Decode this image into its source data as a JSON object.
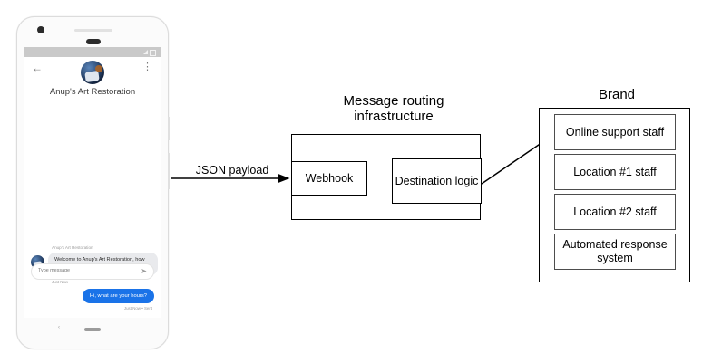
{
  "phone": {
    "status_bar": {
      "signal_icon": "signal-icon",
      "battery_icon": "battery-icon"
    },
    "app_bar": {
      "back_icon": "←",
      "overflow_icon": "⋮",
      "avatar": "brand-avatar",
      "title": "Anup's Art Restoration"
    },
    "conversation": {
      "agent_name": "Anup's Art Restoration",
      "agent_message": "Welcome to Anup's Art Restoration, how can I help you?",
      "agent_message_time": "Just Now",
      "user_message": "Hi, what are your hours?",
      "user_message_status": "Just Now • Sent"
    },
    "composer": {
      "placeholder": "Type message",
      "send_icon": "➤"
    },
    "nav_bar": {
      "back_icon": "‹",
      "home_pill": "home-pill"
    }
  },
  "diagram": {
    "json_payload_label": "JSON payload",
    "infrastructure": {
      "title": "Message routing infrastructure",
      "webhook_label": "Webhook",
      "destination_logic_label": "Destination logic"
    },
    "brand": {
      "title": "Brand",
      "items": [
        {
          "label": "Online support staff"
        },
        {
          "label": "Location #1 staff"
        },
        {
          "label": "Location #2 staff"
        },
        {
          "label": "Automated response system"
        }
      ]
    },
    "colors": {
      "stroke": "#000000",
      "inner_stroke": "#4d4d4d",
      "accent_blue": "#1a73e8",
      "bubble_gray": "#e9eaed"
    }
  }
}
